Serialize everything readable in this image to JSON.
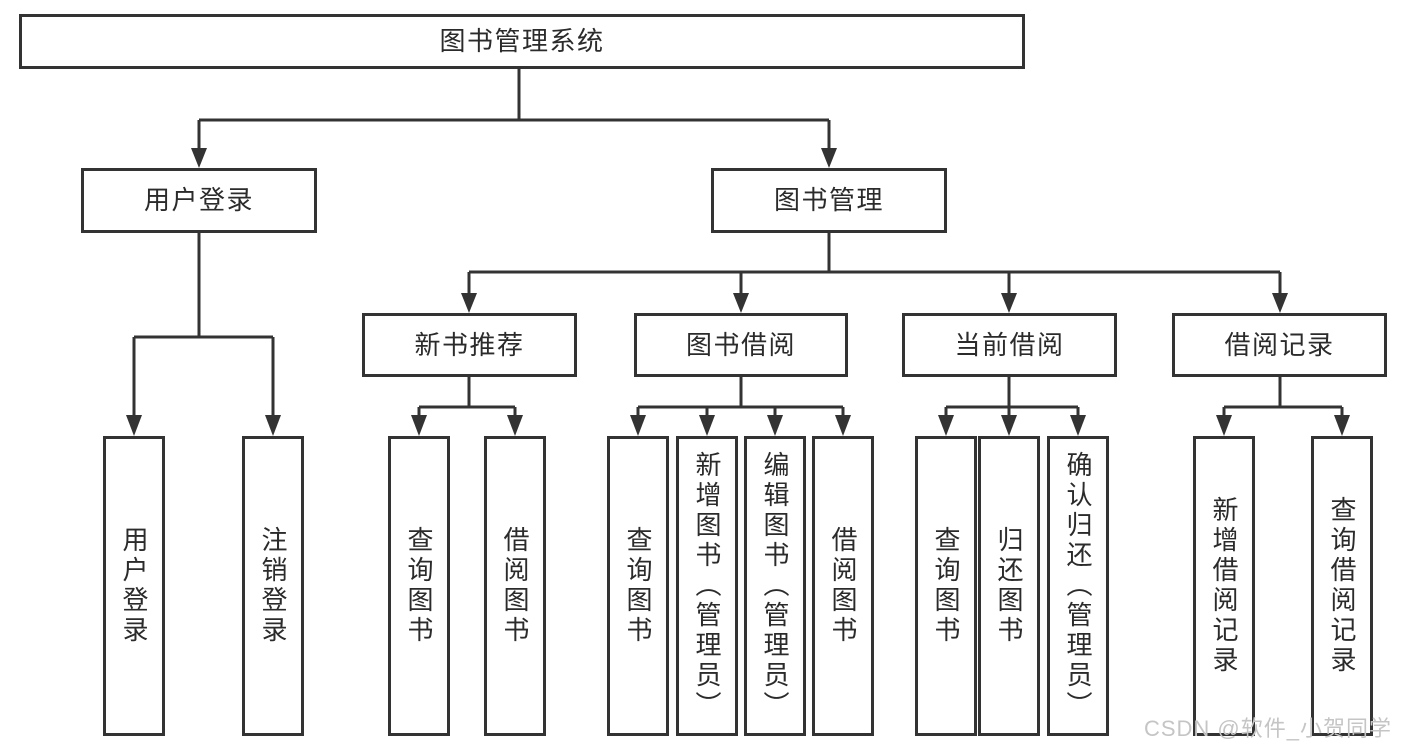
{
  "diagram": {
    "tree": {
      "root": {
        "label": "图书管理系统",
        "children": [
          {
            "label": "用户登录",
            "children": [
              {
                "label": "用户登录"
              },
              {
                "label": "注销登录"
              }
            ]
          },
          {
            "label": "图书管理",
            "children": [
              {
                "label": "新书推荐",
                "children": [
                  {
                    "label": "查询图书"
                  },
                  {
                    "label": "借阅图书"
                  }
                ]
              },
              {
                "label": "图书借阅",
                "children": [
                  {
                    "label": "查询图书"
                  },
                  {
                    "label": "新增图书（管理员）"
                  },
                  {
                    "label": "编辑图书（管理员）"
                  },
                  {
                    "label": "借阅图书"
                  }
                ]
              },
              {
                "label": "当前借阅",
                "children": [
                  {
                    "label": "查询图书"
                  },
                  {
                    "label": "归还图书"
                  },
                  {
                    "label": "确认归还（管理员）"
                  }
                ]
              },
              {
                "label": "借阅记录",
                "children": [
                  {
                    "label": "新增借阅记录"
                  },
                  {
                    "label": "查询借阅记录"
                  }
                ]
              }
            ]
          }
        ]
      }
    },
    "colors": {
      "line": "#333333",
      "text": "#2b2b2b",
      "box_background": "#ffffff"
    }
  },
  "watermark": {
    "text": "CSDN @软件_小贺同学",
    "color": "#c5c5c5"
  }
}
